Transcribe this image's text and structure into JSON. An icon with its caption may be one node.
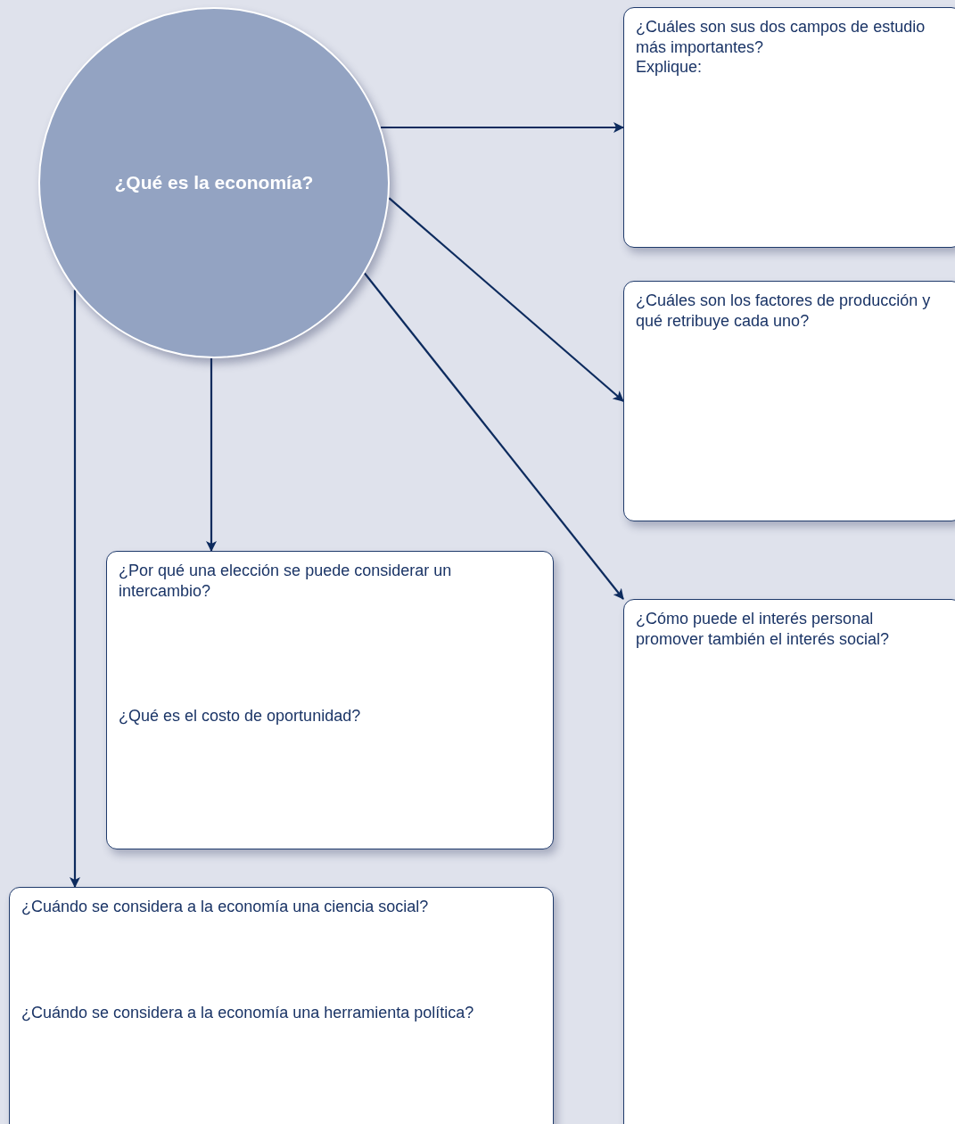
{
  "diagram": {
    "nodes": [
      {
        "text": [
          "¿Qué es la economía?"
        ]
      },
      {
        "text": [
          "¿Cuáles son sus dos campos de estudio más importantes?",
          "Explique:"
        ]
      },
      {
        "text": [
          "¿Cuáles son los factores de producción y qué retribuye cada uno?"
        ]
      },
      {
        "text": [
          "¿Cómo puede el interés personal promover también el interés social?"
        ]
      },
      {
        "text": [
          "¿Por qué una elección se puede considerar un intercambio?",
          "¿Qué es el costo de oportunidad?"
        ]
      },
      {
        "text": [
          "¿Cuándo se considera a la economía una ciencia social?",
          "¿Cuándo se considera a la economía una herramienta política?"
        ]
      }
    ],
    "edges": [
      {
        "from": 0,
        "to": 1,
        "arrow": "to"
      },
      {
        "from": 0,
        "to": 2,
        "arrow": "to"
      },
      {
        "from": 0,
        "to": 3,
        "arrow": "to"
      },
      {
        "from": 0,
        "to": 4,
        "arrow": "to"
      },
      {
        "from": 0,
        "to": 5,
        "arrow": "to"
      }
    ]
  }
}
